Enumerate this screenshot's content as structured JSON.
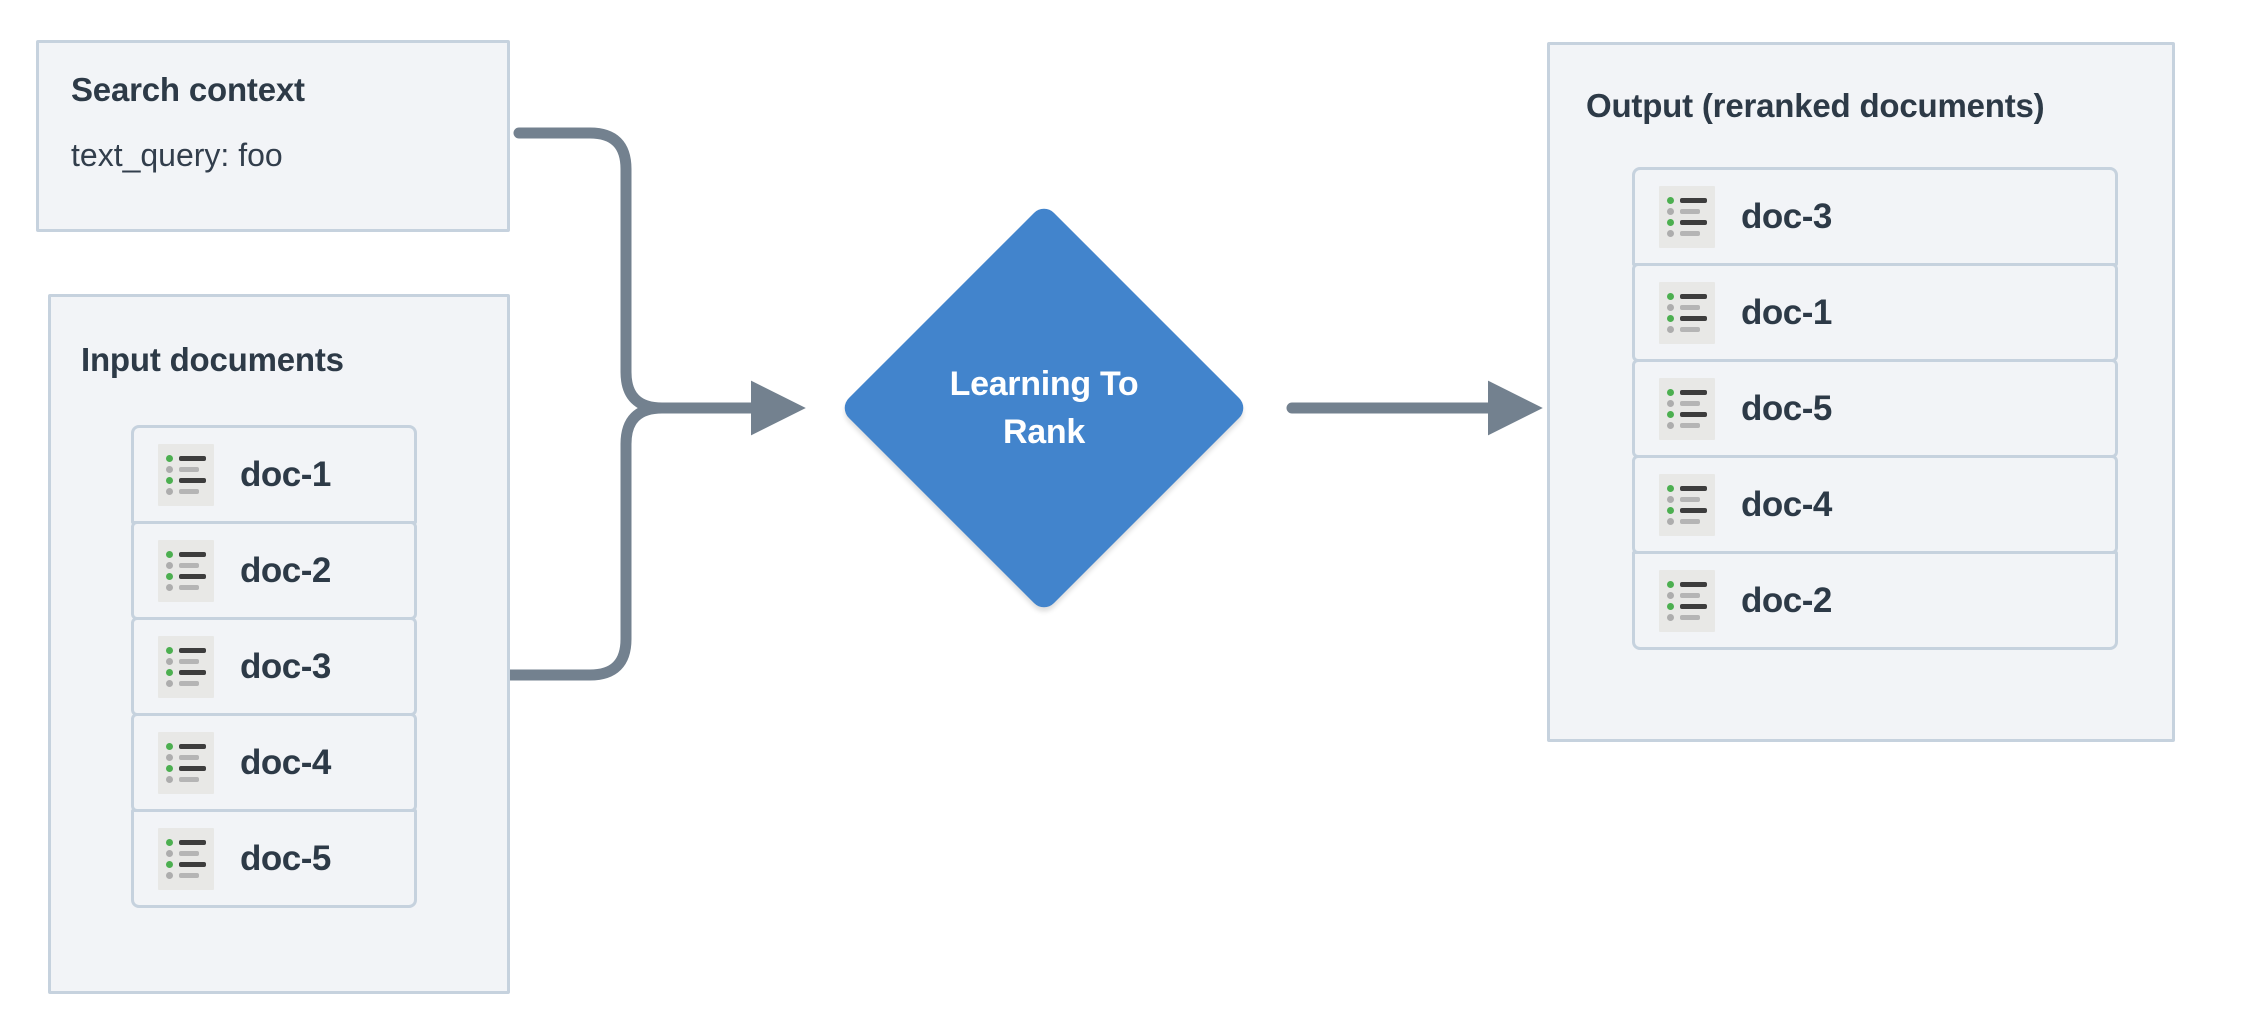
{
  "diagram": {
    "title_hidden": "",
    "accent_blue": "#4284cc",
    "panel_fill": "#f2f4f7",
    "panel_border": "#c6d2de",
    "connector_color": "#73818f",
    "text_color": "#2d3a47",
    "icon_green": "#4caf50"
  },
  "search_context": {
    "title": "Search context",
    "fields": [
      {
        "label": "text_query: foo"
      }
    ]
  },
  "input_documents": {
    "title": "Input documents",
    "docs": [
      {
        "id": "doc-1",
        "icon": "document-list-icon"
      },
      {
        "id": "doc-2",
        "icon": "document-list-icon"
      },
      {
        "id": "doc-3",
        "icon": "document-list-icon"
      },
      {
        "id": "doc-4",
        "icon": "document-list-icon"
      },
      {
        "id": "doc-5",
        "icon": "document-list-icon"
      }
    ]
  },
  "process": {
    "label_line_1": "Learning To",
    "label_line_2": "Rank",
    "shape": "diamond"
  },
  "output": {
    "title": "Output (reranked documents)",
    "docs": [
      {
        "id": "doc-3",
        "icon": "document-list-icon"
      },
      {
        "id": "doc-1",
        "icon": "document-list-icon"
      },
      {
        "id": "doc-5",
        "icon": "document-list-icon"
      },
      {
        "id": "doc-4",
        "icon": "document-list-icon"
      },
      {
        "id": "doc-2",
        "icon": "document-list-icon"
      }
    ]
  },
  "connectors": [
    {
      "name": "search-context-to-ltr",
      "from": "search_context",
      "to": "process"
    },
    {
      "name": "input-documents-to-ltr",
      "from": "input_documents",
      "to": "process"
    },
    {
      "name": "ltr-to-output",
      "from": "process",
      "to": "output"
    }
  ]
}
